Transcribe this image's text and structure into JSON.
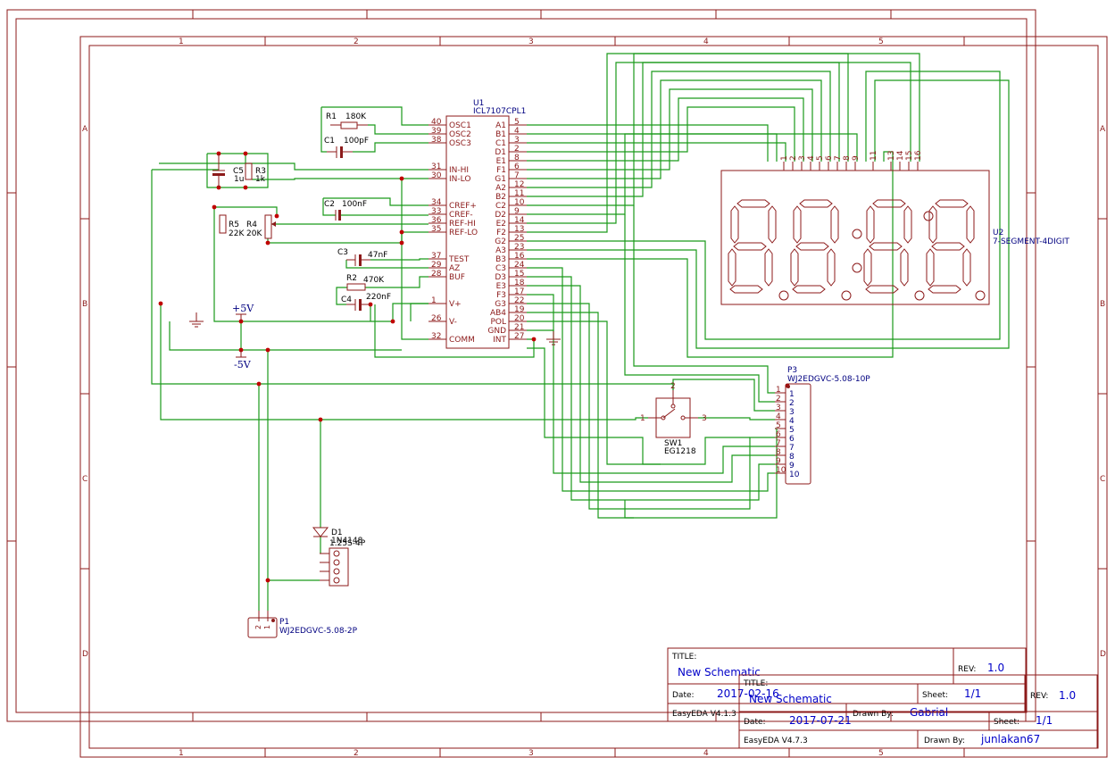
{
  "frame": {
    "columns": [
      "1",
      "2",
      "3",
      "4",
      "5"
    ],
    "rows": [
      "A",
      "B",
      "C",
      "D"
    ]
  },
  "title_blocks": [
    {
      "title_label": "TITLE:",
      "title": "New Schematic",
      "rev_label": "REV:",
      "rev": "1.0",
      "date_label": "Date:",
      "date": "2017-02-16",
      "sheet_label": "Sheet:",
      "sheet": "1/1",
      "version": "EasyEDA V4.1.3",
      "drawn_label": "Drawn By:",
      "drawn_by": "Gabrial"
    },
    {
      "title_label": "TITLE:",
      "title": "New Schematic",
      "rev_label": "REV:",
      "rev": "1.0",
      "date_label": "Date:",
      "date": "2017-07-21",
      "sheet_label": "Sheet:",
      "sheet": "1/1",
      "version": "EasyEDA V4.7.3",
      "drawn_label": "Drawn By:",
      "drawn_by": "junlakan67"
    }
  ],
  "u1": {
    "ref": "U1",
    "value": "ICL7107CPL1",
    "left_pins": [
      {
        "num": "40",
        "name": "OSC1"
      },
      {
        "num": "39",
        "name": "OSC2"
      },
      {
        "num": "38",
        "name": "OSC3"
      },
      {
        "num": "31",
        "name": "IN-HI"
      },
      {
        "num": "30",
        "name": "IN-LO"
      },
      {
        "num": "34",
        "name": "CREF+"
      },
      {
        "num": "33",
        "name": "CREF-"
      },
      {
        "num": "36",
        "name": "REF-HI"
      },
      {
        "num": "35",
        "name": "REF-LO"
      },
      {
        "num": "37",
        "name": "TEST"
      },
      {
        "num": "29",
        "name": "AZ"
      },
      {
        "num": "28",
        "name": "BUF"
      },
      {
        "num": "1",
        "name": "V+"
      },
      {
        "num": "26",
        "name": "V-"
      },
      {
        "num": "32",
        "name": "COMM"
      }
    ],
    "right_pins": [
      {
        "num": "5",
        "name": "A1"
      },
      {
        "num": "4",
        "name": "B1"
      },
      {
        "num": "3",
        "name": "C1"
      },
      {
        "num": "2",
        "name": "D1"
      },
      {
        "num": "8",
        "name": "E1"
      },
      {
        "num": "6",
        "name": "F1"
      },
      {
        "num": "7",
        "name": "G1"
      },
      {
        "num": "12",
        "name": "A2"
      },
      {
        "num": "11",
        "name": "B2"
      },
      {
        "num": "10",
        "name": "C2"
      },
      {
        "num": "9",
        "name": "D2"
      },
      {
        "num": "14",
        "name": "E2"
      },
      {
        "num": "13",
        "name": "F2"
      },
      {
        "num": "25",
        "name": "G2"
      },
      {
        "num": "23",
        "name": "A3"
      },
      {
        "num": "16",
        "name": "B3"
      },
      {
        "num": "24",
        "name": "C3"
      },
      {
        "num": "15",
        "name": "D3"
      },
      {
        "num": "18",
        "name": "E3"
      },
      {
        "num": "17",
        "name": "F3"
      },
      {
        "num": "22",
        "name": "G3"
      },
      {
        "num": "19",
        "name": "AB4"
      },
      {
        "num": "20",
        "name": "POL"
      },
      {
        "num": "21",
        "name": "GND"
      },
      {
        "num": "27",
        "name": "INT"
      }
    ]
  },
  "components": {
    "r1": {
      "ref": "R1",
      "value": "180K"
    },
    "c1": {
      "ref": "C1",
      "value": "100pF"
    },
    "c5": {
      "ref": "C5",
      "value": "1u"
    },
    "r3": {
      "ref": "R3",
      "value": "1k"
    },
    "c2": {
      "ref": "C2",
      "value": "100nF"
    },
    "r5": {
      "ref": "R5",
      "value": "22K"
    },
    "r4": {
      "ref": "R4",
      "value": "20K"
    },
    "c3": {
      "ref": "C3",
      "value": "47nF"
    },
    "r2": {
      "ref": "R2",
      "value": "470K"
    },
    "c4": {
      "ref": "C4",
      "value": "220nF"
    },
    "sw1": {
      "ref": "SW1",
      "value": "EG1218",
      "pins": [
        "1",
        "2",
        "3"
      ]
    },
    "d1": {
      "ref": "D1",
      "value": "1N4148"
    },
    "u3": {
      "value": "1.25S-4P"
    },
    "p1": {
      "ref": "P1",
      "value": "WJ2EDGVC-5.08-2P",
      "pins": [
        "2",
        "1"
      ]
    },
    "p3": {
      "ref": "P3",
      "value": "WJ2EDGVC-5.08-10P",
      "pins": [
        "1",
        "2",
        "3",
        "4",
        "5",
        "6",
        "7",
        "8",
        "9",
        "10"
      ]
    },
    "u2": {
      "ref": "U2",
      "value": "7-SEGMENT-4DIGIT",
      "pins": [
        "1",
        "2",
        "3",
        "4",
        "5",
        "6",
        "7",
        "8",
        "9",
        "11",
        "13",
        "14",
        "15",
        "16"
      ]
    }
  },
  "power": {
    "vplus": "+5V",
    "vminus": "-5V"
  }
}
